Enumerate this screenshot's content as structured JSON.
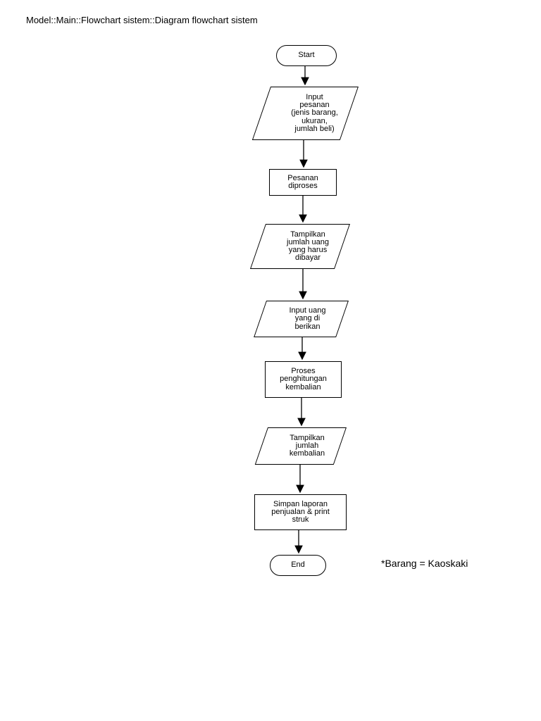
{
  "page": {
    "title": "Model::Main::Flowchart sistem::Diagram flowchart sistem",
    "background_color": "#ffffff"
  },
  "flowchart": {
    "stroke_color": "#000000",
    "fill_color": "#ffffff",
    "nodes": [
      {
        "id": "start",
        "type": "terminator",
        "label": "Start"
      },
      {
        "id": "input-pesanan",
        "type": "input-output",
        "label": "Input\npesanan\n(jenis barang,\nukuran,\njumlah beli)"
      },
      {
        "id": "pesanan-diproses",
        "type": "process",
        "label": "Pesanan\ndiproses"
      },
      {
        "id": "tampilkan-jumlah-uang",
        "type": "input-output",
        "label": "Tampilkan\njumlah uang\nyang harus\ndibayar"
      },
      {
        "id": "input-uang",
        "type": "input-output",
        "label": "Input uang\nyang di\nberikan"
      },
      {
        "id": "proses-penghitungan",
        "type": "process",
        "label": "Proses\npenghitungan\nkembalian"
      },
      {
        "id": "tampilkan-kembalian",
        "type": "input-output",
        "label": "Tampilkan\njumlah\nkembalian"
      },
      {
        "id": "simpan-laporan",
        "type": "process",
        "label": "Simpan laporan\npenjualan & print\nstruk"
      },
      {
        "id": "end",
        "type": "terminator",
        "label": "End"
      }
    ],
    "note": "*Barang = Kaoskaki"
  }
}
